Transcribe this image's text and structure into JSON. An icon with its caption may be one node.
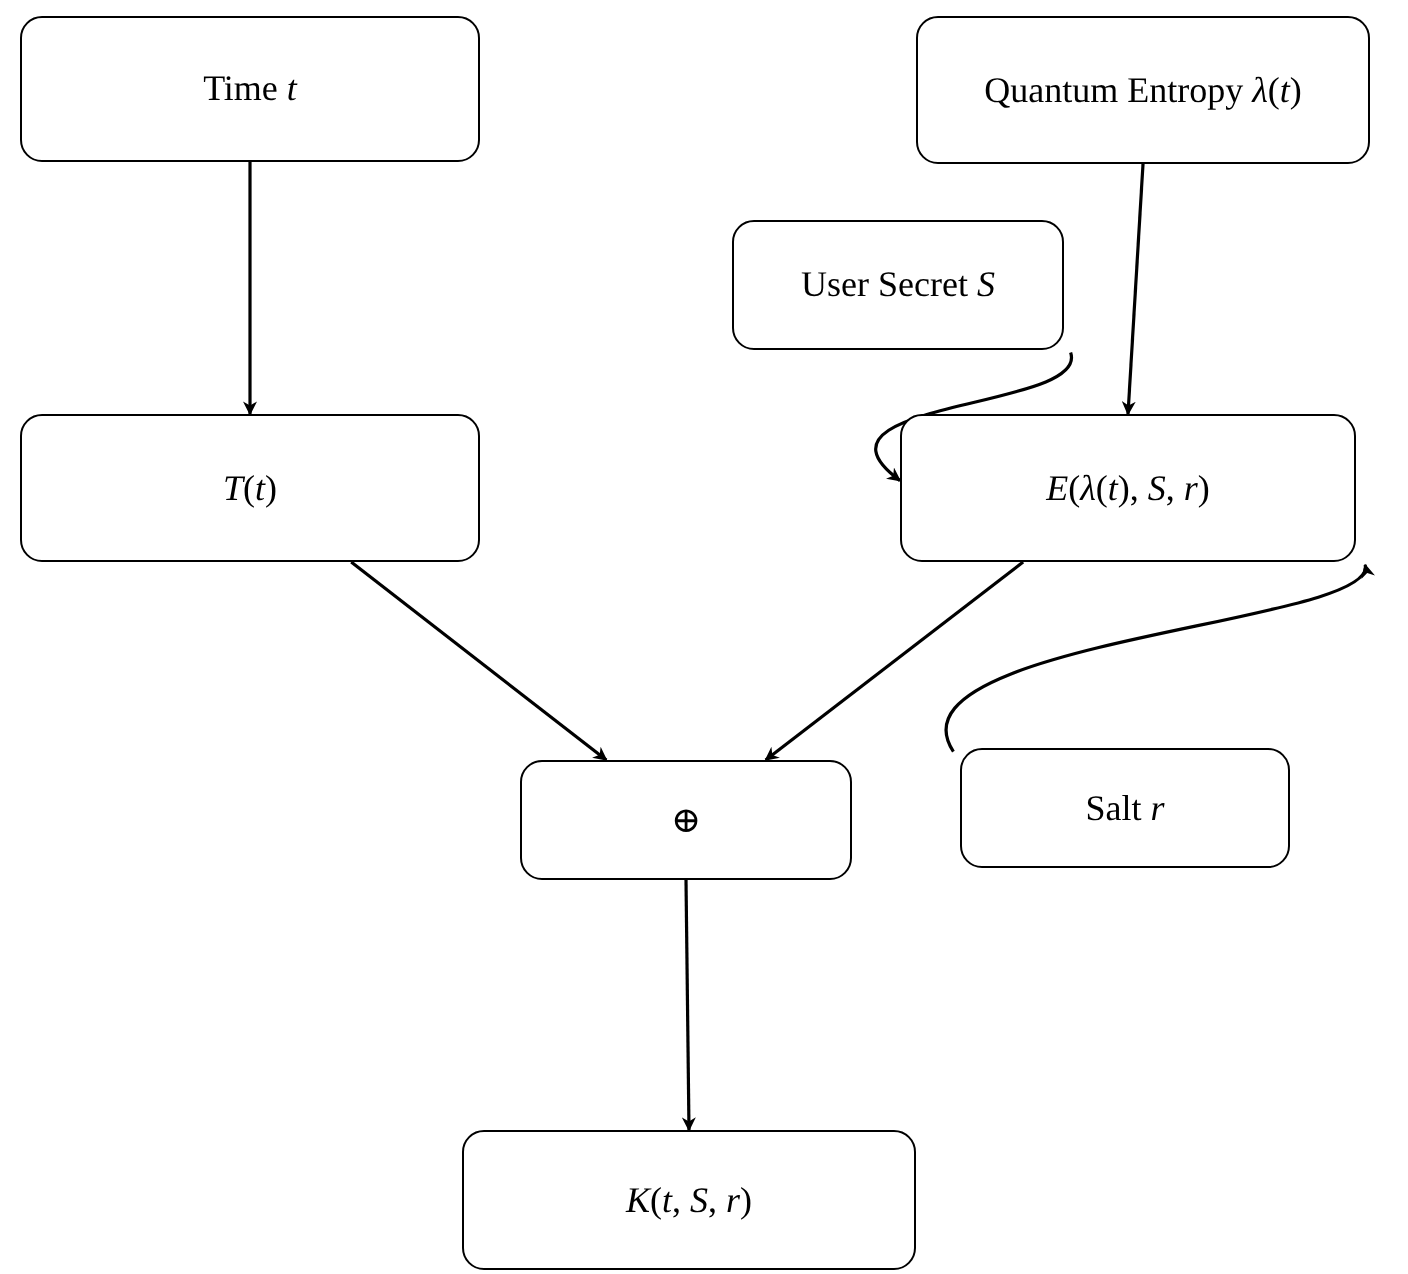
{
  "diagram": {
    "nodes": [
      {
        "text": [
          "Time *t*"
        ]
      },
      {
        "text": [
          "Quantum Entropy *λ*(*t*)"
        ]
      },
      {
        "text": [
          "User Secret *S*"
        ]
      },
      {
        "text": [
          "*T*(*t*)"
        ]
      },
      {
        "text": [
          "*E*(*λ*(*t*), *S*, *r*)"
        ]
      },
      {
        "text": [
          "Salt *r*"
        ]
      },
      {
        "text": [
          "⊕"
        ]
      },
      {
        "text": [
          "*K*(*t*, *S*, *r*)"
        ]
      }
    ],
    "edges": [
      {
        "from": 0,
        "to": 3,
        "arrow": "to"
      },
      {
        "from": 1,
        "to": 4,
        "arrow": "to"
      },
      {
        "from": 2,
        "to": 4,
        "arrow": "to"
      },
      {
        "from": 3,
        "to": 6,
        "arrow": "to"
      },
      {
        "from": 4,
        "to": 6,
        "arrow": "to"
      },
      {
        "from": 5,
        "to": 4,
        "arrow": "to"
      },
      {
        "from": 6,
        "to": 7,
        "arrow": "to"
      }
    ]
  }
}
